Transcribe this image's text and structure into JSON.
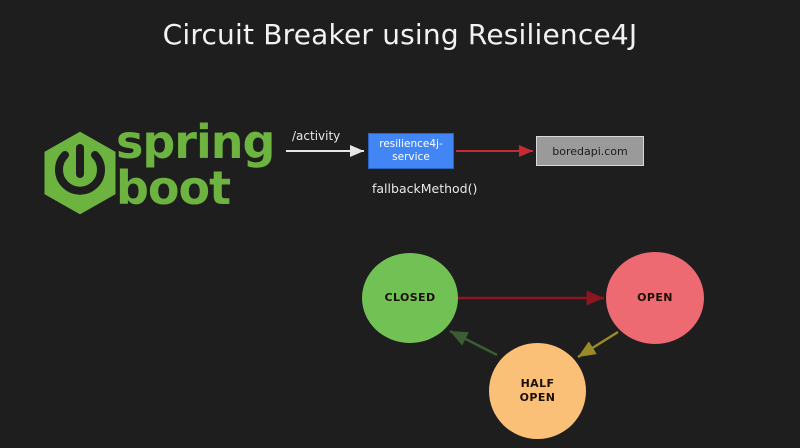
{
  "slide": {
    "title": "Circuit Breaker using Resilience4J",
    "background_color": "#1e1e1e",
    "title_color": "#f2f2f2"
  },
  "logo": {
    "name": "spring-boot-logo",
    "line1": "spring",
    "line2": "boot",
    "color": "#6db33f",
    "icon": "spring-leaf-power-icon"
  },
  "flow": {
    "request_label": "/activity",
    "request_arrow_color": "#e6e6e6",
    "service": {
      "line1": "resilience4j-",
      "line2": "service",
      "fill": "#4285f4",
      "text_color": "#ffffff"
    },
    "downstream": {
      "label": "boredapi.com",
      "fill": "#9a9a9a",
      "text_color": "#1c1c1c"
    },
    "downstream_arrow_color": "#c62b34",
    "fallback_label": "fallbackMethod()",
    "fallback_text_color": "#e8e8e8"
  },
  "state_machine": {
    "states": [
      {
        "id": "closed",
        "label": "CLOSED",
        "label_line2": "",
        "color": "#72c155"
      },
      {
        "id": "open",
        "label": "OPEN",
        "label_line2": "",
        "color": "#ed6a73"
      },
      {
        "id": "half-open",
        "label": "HALF",
        "label_line2": "OPEN",
        "color": "#fbc077"
      }
    ],
    "transitions": [
      {
        "from": "CLOSED",
        "to": "OPEN",
        "color": "#8c1620"
      },
      {
        "from": "OPEN",
        "to": "HALF OPEN",
        "color": "#9a8b27"
      },
      {
        "from": "HALF OPEN",
        "to": "CLOSED",
        "color": "#2f4b2a"
      }
    ]
  }
}
